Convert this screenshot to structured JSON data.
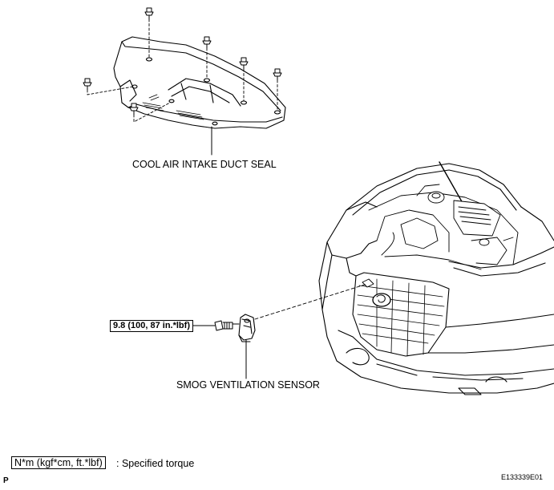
{
  "labels": {
    "duct_seal": "COOL AIR INTAKE DUCT SEAL",
    "sensor": "SMOG VENTILATION SENSOR"
  },
  "torque": {
    "value": "9.8 (100, 87 in.*lbf)"
  },
  "legend": {
    "unit": "N*m (kgf*cm, ft.*lbf)",
    "text": ": Specified torque"
  },
  "footer": {
    "figure_id": "E133339E01",
    "page_mark": "P"
  }
}
